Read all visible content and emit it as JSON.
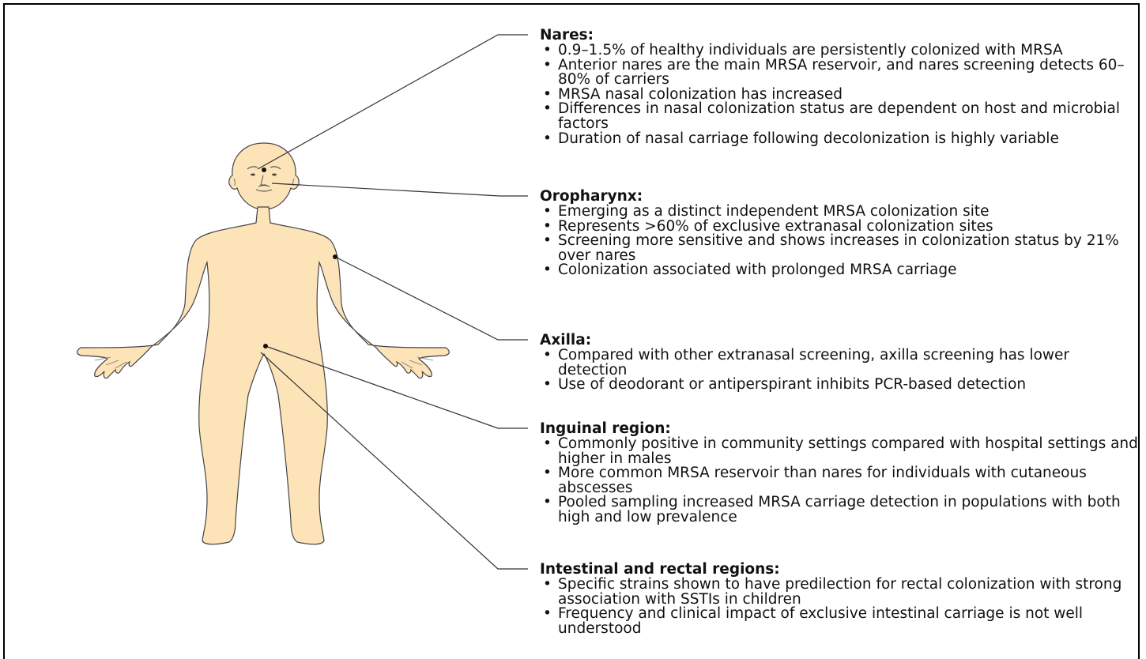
{
  "sections": [
    {
      "title": "Nares:",
      "items": [
        "0.9–1.5% of healthy individuals are persistently colonized with MRSA",
        "Anterior nares are the main MRSA reservoir, and nares screening detects 60–80% of carriers",
        "MRSA nasal colonization has increased",
        "Differences in nasal colonization status are dependent on host and microbial factors",
        "Duration of nasal carriage following decolonization is highly variable"
      ]
    },
    {
      "title": "Oropharynx:",
      "items": [
        "Emerging as a distinct independent MRSA colonization site",
        "Represents >60% of exclusive extranasal colonization sites",
        "Screening more sensitive and shows increases in colonization status by 21% over nares",
        "Colonization associated with prolonged MRSA carriage"
      ]
    },
    {
      "title": "Axilla:",
      "items": [
        "Compared with other extranasal screening, axilla screening has lower detection",
        "Use of deodorant or antiperspirant inhibits PCR-based detection"
      ]
    },
    {
      "title": "Inguinal region:",
      "items": [
        "Commonly positive in community settings compared with hospital settings and higher in males",
        "More common MRSA reservoir than nares for individuals with cutaneous abscesses",
        "Pooled sampling increased MRSA carriage detection in populations with both high and low prevalence"
      ]
    },
    {
      "title": "Intestinal and rectal regions:",
      "items": [
        "Specific strains shown to have predilection for rectal colonization with strong association with SSTIs in children",
        "Frequency and clinical impact of exclusive intestinal carriage is not well understood"
      ]
    }
  ],
  "colors": {
    "skin": "#fde3b8",
    "outline": "#444444",
    "line": "#333333"
  }
}
